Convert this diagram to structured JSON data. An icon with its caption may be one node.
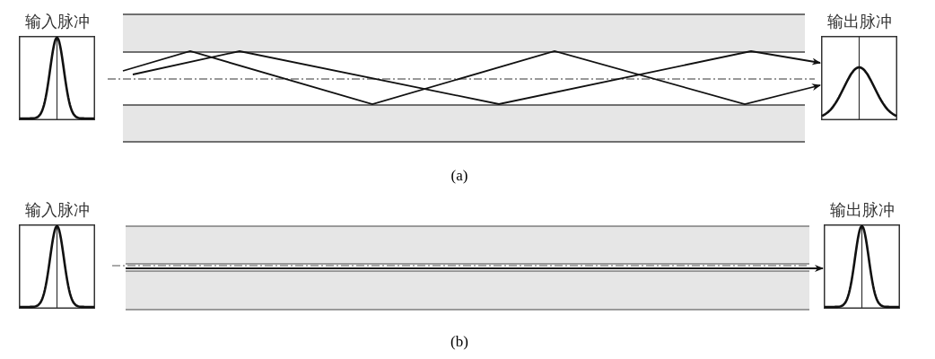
{
  "diagram": {
    "nodes": [
      {
        "text": [
          "输入脉冲"
        ]
      },
      {
        "text": [
          "输出脉冲"
        ]
      },
      {
        "text": [
          "输入脉冲"
        ]
      },
      {
        "text": [
          "输出脉冲"
        ]
      }
    ],
    "edges": [
      {
        "from": null,
        "to": 1,
        "arrow": "to"
      },
      {
        "from": null,
        "to": 1,
        "arrow": "to"
      },
      {
        "from": null,
        "to": 3,
        "arrow": "to"
      }
    ],
    "labels": [
      "(a)",
      "(b)"
    ]
  }
}
